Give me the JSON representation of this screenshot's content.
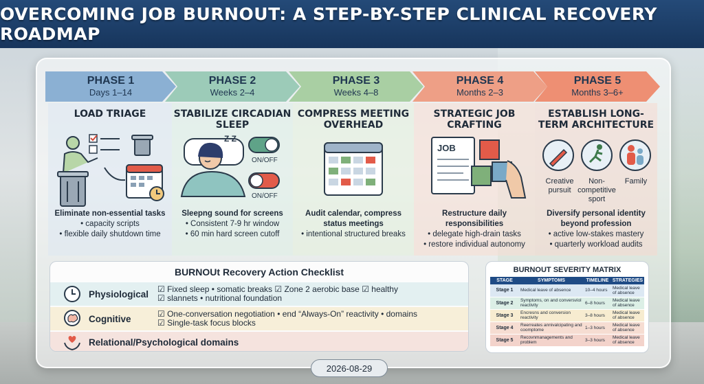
{
  "title": "OVERCOMING JOB BURNOUT: A STEP-BY-STEP CLINICAL RECOVERY ROADMAP",
  "colors": {
    "phase1": "#8bb0d3",
    "phase2": "#9ccbb8",
    "phase3": "#a9cfa3",
    "phase4": "#ee9f86",
    "phase5": "#ee8f73"
  },
  "phases": [
    {
      "label": "PHASE 1",
      "span": "Days 1–14",
      "title": "LOAD TRIAGE",
      "lead": "Eliminate non-essential tasks",
      "bullets": [
        "• capacity scripts",
        "• flexible daily shutdown time"
      ]
    },
    {
      "label": "PHASE 2",
      "span": "Weeks 2–4",
      "title": "STABILIZE CIRCADIAN SLEEP",
      "lead": "Sleepng sound for screens",
      "bullets": [
        "• Consistent 7-9 hr window",
        "• 60 min hard screen cutoff"
      ],
      "toggle_label": "ON/OFF",
      "sleep_mark": "Z Z"
    },
    {
      "label": "PHASE 3",
      "span": "Weeks 4–8",
      "title": "COMPRESS MEETING OVERHEAD",
      "lead": "Audit calendar, compress status meetings",
      "bullets": [
        "• intentional structured breaks"
      ]
    },
    {
      "label": "PHASE 4",
      "span": "Months 2–3",
      "title": "STRATEGIC JOB CRAFTING",
      "lead": "Restructure daily responsibilities",
      "bullets": [
        "• delegate high-drain tasks",
        "• restore individual autonomy"
      ],
      "doc_label": "JOB"
    },
    {
      "label": "PHASE 5",
      "span": "Months 3–6+",
      "title": "ESTABLISH LONG-TERM ARCHITECTURE",
      "lead": "Diversify personal identity beyond profession",
      "bullets": [
        "• active low-stakes mastery",
        "• quarterly workload audits"
      ],
      "icons": [
        {
          "name": "Creative pursuit"
        },
        {
          "name": "Non-competitive sport"
        },
        {
          "name": "Family"
        }
      ]
    }
  ],
  "checklist": {
    "title": "BURNOUt Recovery Action Checklist",
    "rows": [
      {
        "label": "Physiological",
        "line1": "☑ Fixed sleep  •  somatic breaks  ☑ Zone 2 aerobic base  ☑ healthy",
        "line2": "☑ slannets  •  nutritional foundation",
        "color": "#e3f0f1"
      },
      {
        "label": "Cognitive",
        "line1": "☑ One-conversation negotiation  •  end “Always-On” reactivity  •  domains",
        "line2": "☑ Single-task focus blocks",
        "color": "#f7efd9"
      },
      {
        "label": "Relational/Psychological domains",
        "line1": "",
        "line2": "",
        "color": "#f5e3de"
      }
    ]
  },
  "matrix": {
    "title": "BURNOUT SEVERITY MATRIX",
    "headers": [
      "STAGE",
      "SYMPTOMS",
      "TIMELINE",
      "STRATEGIES"
    ],
    "rows": [
      {
        "stage": "Stage 1",
        "symptoms": "Medical leave of absence",
        "timeline": "10–4 hours",
        "strategies": "Medical leave of absence",
        "color": "#dce8f3"
      },
      {
        "stage": "Stage 2",
        "symptoms": "Symptoms, on and conversviol reactivity",
        "timeline": "6–8 hours",
        "strategies": "Medical leave of absence",
        "color": "#dcefe6"
      },
      {
        "stage": "Stage 3",
        "symptoms": "Encresns and conversion reactivity",
        "timeline": "3–8 hours",
        "strategies": "Medical leave of absence",
        "color": "#f7ecd0"
      },
      {
        "stage": "Stage 4",
        "symptoms": "Reerreates annivalcipating and coomptome",
        "timeline": "1–3 hours",
        "strategies": "Medical leave of absence",
        "color": "#f6ddd2"
      },
      {
        "stage": "Stage 5",
        "symptoms": "Recovnmanagements and problem",
        "timeline": "3–3 hours",
        "strategies": "Medical leave of absence",
        "color": "#f3d3cb"
      }
    ]
  },
  "date": "2026-08-29"
}
